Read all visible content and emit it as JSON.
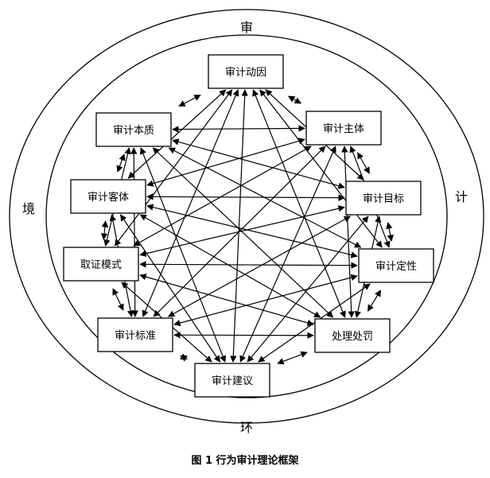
{
  "ring_labels": {
    "top": "审",
    "right": "计",
    "bottom": "环",
    "left": "境"
  },
  "nodes": [
    {
      "id": "motive",
      "label": "审计动因"
    },
    {
      "id": "subject",
      "label": "审计主体"
    },
    {
      "id": "goal",
      "label": "审计目标"
    },
    {
      "id": "qualify",
      "label": "审计定性"
    },
    {
      "id": "penalty",
      "label": "处理处罚"
    },
    {
      "id": "advice",
      "label": "审计建议"
    },
    {
      "id": "standard",
      "label": "审计标准"
    },
    {
      "id": "evidence",
      "label": "取证模式"
    },
    {
      "id": "object",
      "label": "审计客体"
    },
    {
      "id": "essence",
      "label": "审计本质"
    }
  ],
  "caption": "图 1   行为审计理论框架"
}
